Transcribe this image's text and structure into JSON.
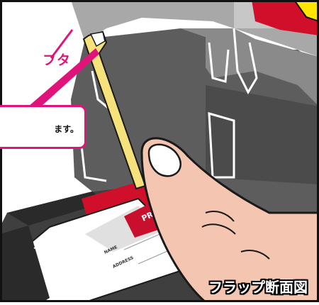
{
  "labels": {
    "lid": "フタ",
    "callout": "ます。",
    "caption": "フラップ断面図"
  },
  "card": {
    "brand": "PR",
    "name_field": "NAME",
    "address_field": "ADDRESS"
  },
  "colors": {
    "accent_magenta": "#e0137a",
    "flap_yellow": "#f6e27a",
    "highlight_yellow": "#ffe600",
    "card_red": "#d0102a",
    "body_gray": "#5d5d5d",
    "skin": "#f4c5b0"
  }
}
